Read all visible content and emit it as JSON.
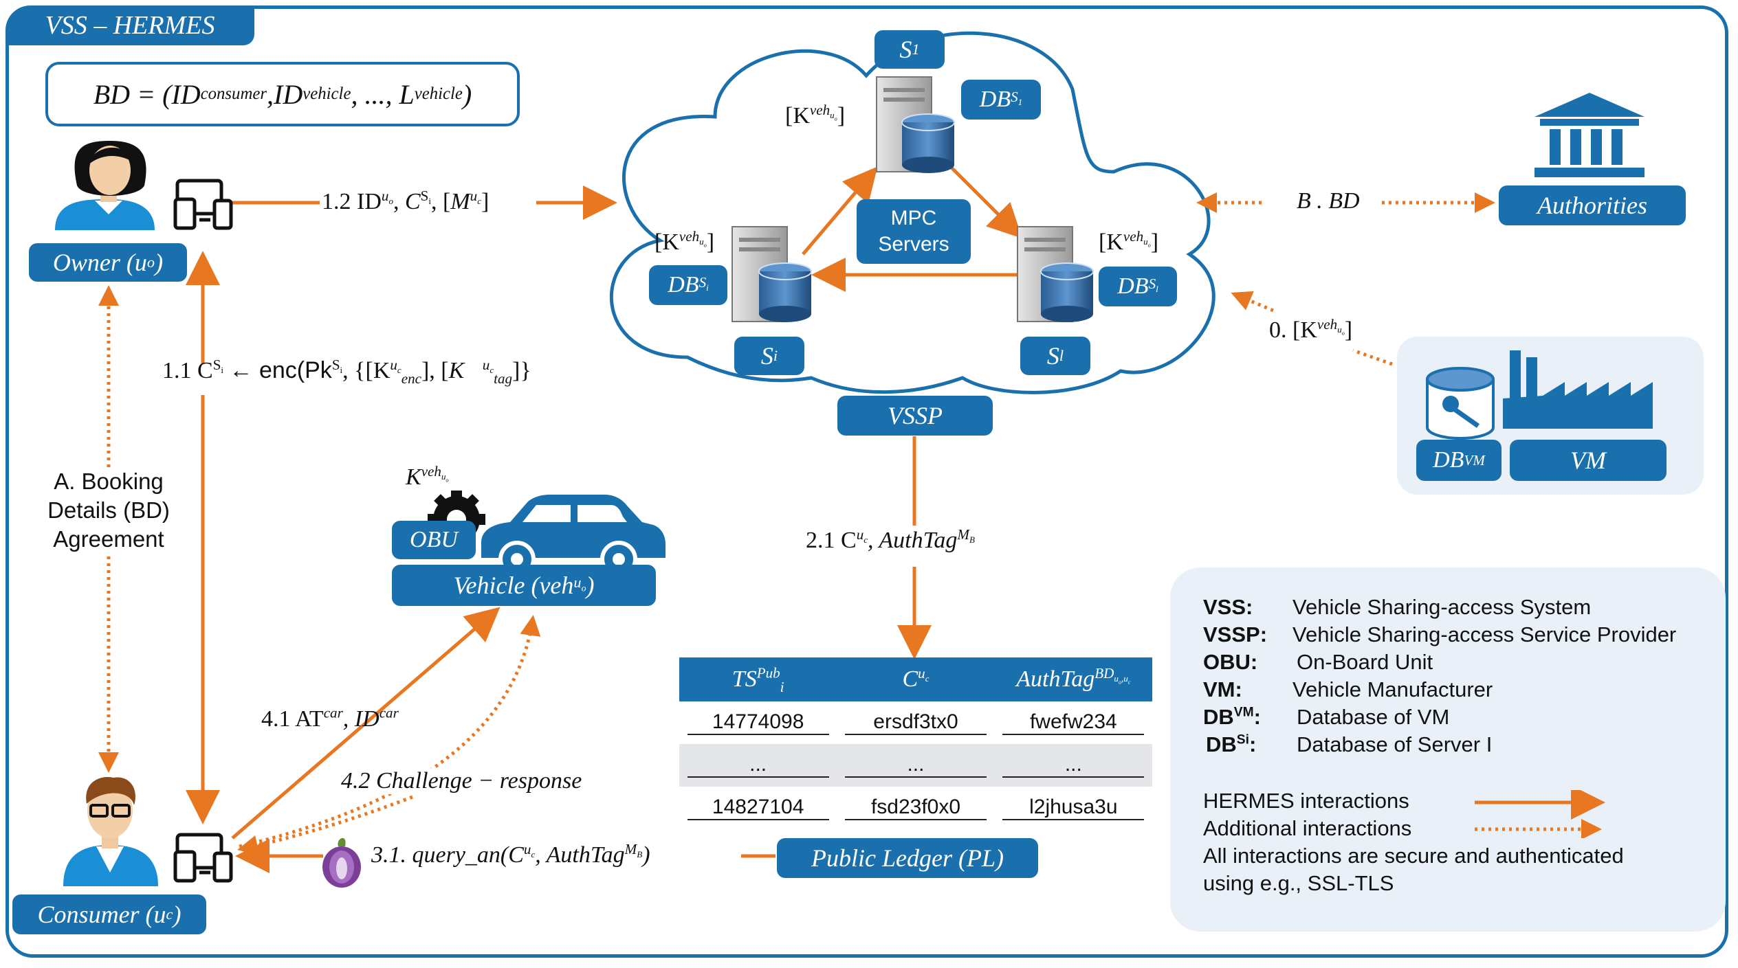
{
  "title": "VSS – HERMES",
  "booking_details": {
    "prefix": "BD = (",
    "id_consumer": "ID",
    "id_consumer_sup": "consumer",
    "id_vehicle": "ID",
    "id_vehicle_sup": "vehicle",
    "dots": ", ..., ",
    "l_vehicle": "L",
    "l_vehicle_sup": "vehicle",
    "suffix": ")"
  },
  "actors": {
    "owner": "Owner (u",
    "owner_sub": "o",
    "consumer": "Consumer (u",
    "consumer_sub": "c",
    "authorities": "Authorities",
    "vm": "VM",
    "db_vm": "DB",
    "db_vm_sup": "VM",
    "vssp": "VSSP",
    "obu": "OBU",
    "vehicle": "Vehicle (veh",
    "vehicle_sub": "u",
    "vehicle_subsub": "o",
    "public_ledger": "Public Ledger (PL)",
    "mpc_servers": "MPC Servers"
  },
  "servers": {
    "s1": "S",
    "s1_sub": "1",
    "si": "S",
    "si_sub": "i",
    "sl": "S",
    "sl_sub": "l",
    "db_s1": "DB",
    "db_s1_sup": "S",
    "db_s1_supsub": "1",
    "db_si": "DB",
    "db_si_sup": "S",
    "db_si_supsub": "i",
    "db_sl": "DB",
    "db_sl_sup": "S",
    "db_sl_supsub": "l",
    "key_label": "[K",
    "key_sup": "veh",
    "key_supsub": "u",
    "key_supsubsub": "o"
  },
  "messages": {
    "m1_2": "1.2 ID",
    "m1_1": "1.1 C",
    "m1_1_enc": "← enc(Pk",
    "m1_1_rest": ", {[K",
    "m1_1_enc_sub": "enc",
    "m1_1_tag_sub": "tag",
    "mA": "A. Booking\nDetails (BD)\nAgreement",
    "mA_1": "A. Booking",
    "mA_2": "Details (BD)",
    "mA_3": "Agreement",
    "m2_1": "2.1 C",
    "m2_1_rest": ", AuthTag",
    "m3_1": "3.1. query_an(C",
    "m3_1_rest": ", AuthTag",
    "m4_1": "4.1 AT",
    "m4_1_sup": "car",
    "m4_1_mid": ", ID",
    "m4_1_sup2": "car",
    "m4_2": "4.2 Challenge − response",
    "mB": "B . BD",
    "m0": "0. [K",
    "vehicle_key": "K"
  },
  "ledger": {
    "headers": [
      "TS",
      "C",
      "AuthTag"
    ],
    "header_sup": [
      "Pub",
      "u",
      "BD"
    ],
    "rows": [
      [
        "14774098",
        "ersdf3tx0",
        "fwefw234"
      ],
      [
        "...",
        "...",
        "..."
      ],
      [
        "14827104",
        "fsd23f0x0",
        "l2jhusa3u"
      ]
    ]
  },
  "legend": {
    "items": [
      {
        "abbr": "VSS:",
        "desc": "Vehicle Sharing-access System"
      },
      {
        "abbr": "VSSP:",
        "desc": "Vehicle Sharing-access Service Provider"
      },
      {
        "abbr": "OBU:",
        "desc": "On-Board Unit"
      },
      {
        "abbr": "VM:",
        "desc": "Vehicle Manufacturer"
      },
      {
        "abbr": "DB",
        "abbr_sup": "VM",
        "desc": "Database of VM"
      },
      {
        "abbr": "DB",
        "abbr_sup": "Si",
        "desc": "Database of Server I"
      }
    ],
    "hermes": "HERMES interactions",
    "additional": "Additional interactions",
    "note_1": "All interactions are secure and authenticated",
    "note_2": "using e.g., SSL-TLS"
  },
  "colors": {
    "primary_blue": "#1a6fad",
    "arrow_orange": "#e87722",
    "light_panel": "#e9f0f7"
  }
}
